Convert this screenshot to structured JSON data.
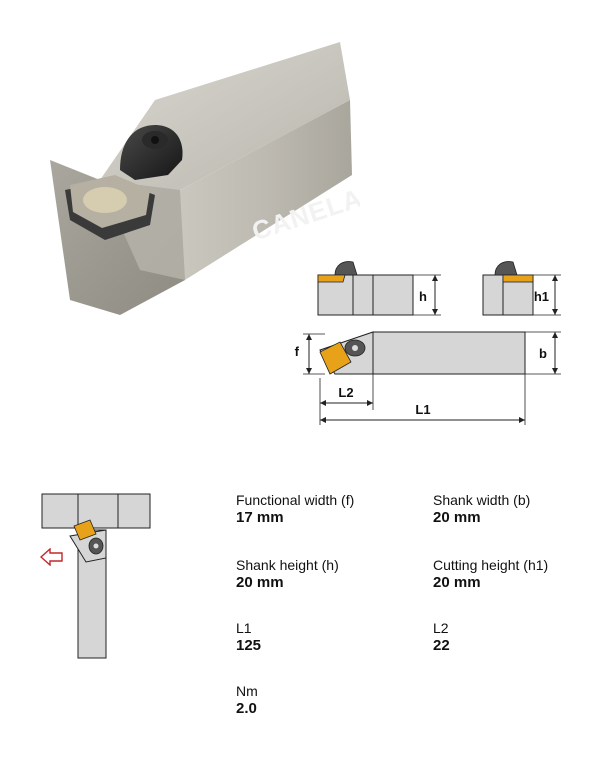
{
  "brand": {
    "logo_text": "CANELA"
  },
  "drawing_labels": {
    "h": "h",
    "h1": "h1",
    "f": "f",
    "b": "b",
    "l1": "L1",
    "l2": "L2"
  },
  "specs": [
    {
      "label": "Functional width (f)",
      "value": "17 mm"
    },
    {
      "label": "Shank width (b)",
      "value": "20 mm"
    },
    {
      "label": "Shank height (h)",
      "value": "20 mm"
    },
    {
      "label": "Cutting height (h1)",
      "value": "20 mm"
    },
    {
      "label": "L1",
      "value": "125"
    },
    {
      "label": "L2",
      "value": "22"
    },
    {
      "label": "Nm",
      "value": "2.0"
    }
  ],
  "colors": {
    "insert_gold": "#e8a21a",
    "shank_grey": "#d6d6d6",
    "arrow_red": "#c0282d"
  },
  "icons": {
    "direction_arrow": "left-arrow-icon"
  }
}
